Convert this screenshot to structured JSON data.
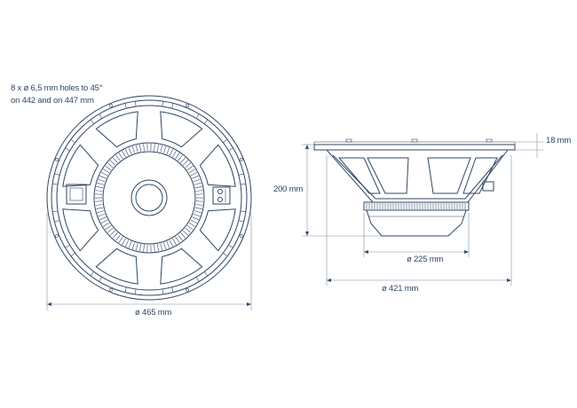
{
  "annotations": {
    "holes_line1": "8 x ø 6,5 mm holes to 45°",
    "holes_line2": "on 442 and on 447 mm",
    "front_diameter": "ø 465 mm",
    "flange_thickness": "18 mm",
    "depth": "200 mm",
    "magnet_diameter": "ø 225 mm",
    "basket_diameter": "ø 421 mm"
  },
  "colors": {
    "line": "#2f4763",
    "dimension": "#7d8fa6",
    "background": "#ffffff"
  }
}
